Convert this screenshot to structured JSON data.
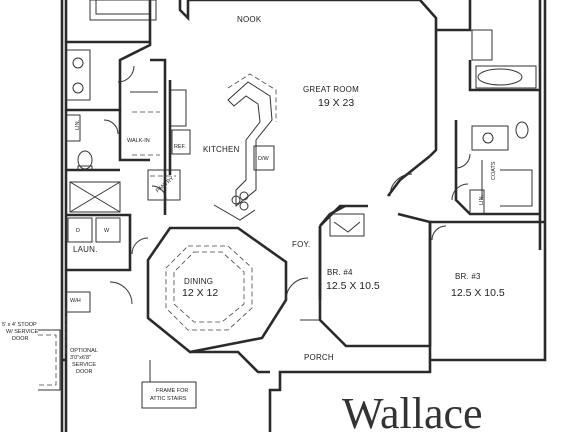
{
  "plan_title": "Wallace",
  "rooms": {
    "nook": "NOOK",
    "great_room": "GREAT ROOM",
    "great_room_dim": "19 X 23",
    "kitchen": "KITCHEN",
    "walk_in": "WALK-IN",
    "pantry": "PANTRY",
    "ref": "REF.",
    "dw": "D/W",
    "lin": "LIN.",
    "laun": "LAUN.",
    "wh": "W/H",
    "dining": "DINING",
    "dining_dim": "12 X 12",
    "foy": "FOY.",
    "br4": "BR. #4",
    "br4_dim": "12.5 X 10.5",
    "br3": "BR. #3",
    "br3_dim": "12.5 X 10.5",
    "porch": "PORCH",
    "coats": "COATS",
    "lin2": "LIN.",
    "d": "D",
    "w": "W"
  },
  "notes": {
    "stoop": [
      "5' x 4' STOOP",
      "W/ SERVICE",
      "DOOR"
    ],
    "optional": [
      "OPTIONAL",
      "3'0\"x6'8\"",
      "SERVICE",
      "DOOR"
    ],
    "attic": [
      "FRAME FOR",
      "ATTIC STAIRS"
    ]
  }
}
